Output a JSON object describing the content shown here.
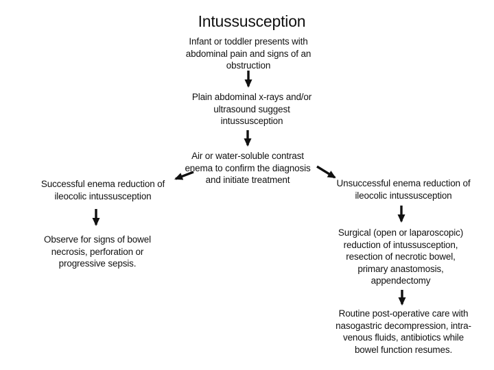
{
  "diagram": {
    "title": "Intussusception",
    "nodes": {
      "presentation": "Infant or toddler presents with\nabdominal pain and signs of an\nobstruction",
      "imaging": "Plain abdominal x-rays and/or\nultrasound suggest\nintussusception",
      "enema": "Air or water-soluble contrast\nenema to confirm the diagnosis\nand initiate treatment",
      "success": "Successful enema reduction of\nileocolic intussusception",
      "observe": "Observe for signs of bowel\nnecrosis, perforation or\nprogressive sepsis.",
      "failure": "Unsuccessful enema reduction of\nileocolic intussusception",
      "surgery": "Surgical (open or laparoscopic)\nreduction of intussusception,\nresection of necrotic bowel,\nprimary anastomosis,\nappendectomy",
      "postop": "Routine post-operative care with\nnasogastric decompression, intra-\nvenous fluids, antibiotics while\nbowel function resumes."
    },
    "edges": [
      {
        "from": "presentation",
        "to": "imaging"
      },
      {
        "from": "imaging",
        "to": "enema"
      },
      {
        "from": "enema",
        "to": "success"
      },
      {
        "from": "enema",
        "to": "failure"
      },
      {
        "from": "success",
        "to": "observe"
      },
      {
        "from": "failure",
        "to": "surgery"
      },
      {
        "from": "surgery",
        "to": "postop"
      }
    ],
    "colors": {
      "text": "#111111",
      "arrow": "#111111",
      "background": "#ffffff"
    }
  }
}
